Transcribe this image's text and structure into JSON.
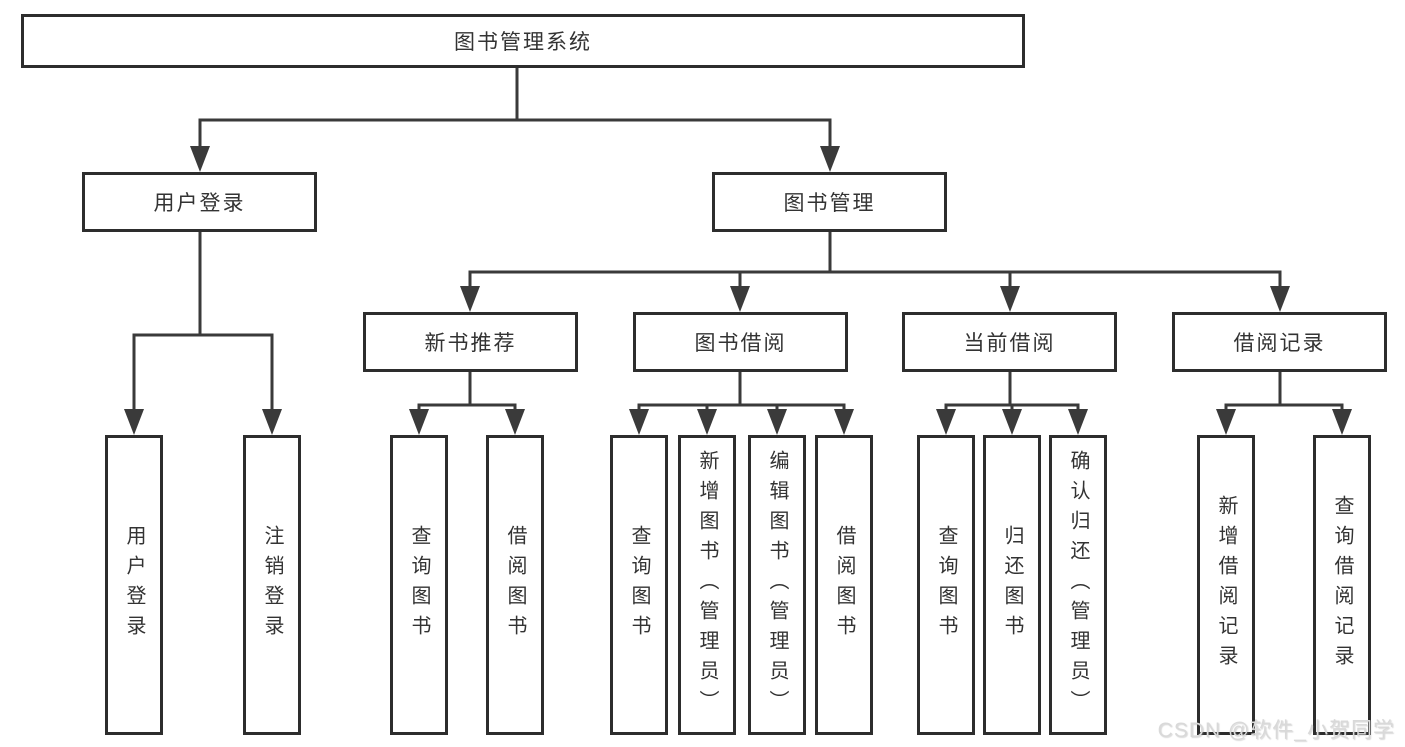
{
  "diagram": {
    "watermark": "CSDN @软件_小贺同学",
    "colors": {
      "line": "#3a3a3a",
      "box_border": "#2d2d2d",
      "box_fill": "#ffffff",
      "text": "#333333",
      "watermark": "#d9d9d9"
    },
    "tree": {
      "label": "图书管理系统",
      "children": [
        {
          "label": "用户登录",
          "children": [
            {
              "label": "用户登录"
            },
            {
              "label": "注销登录"
            }
          ]
        },
        {
          "label": "图书管理",
          "children": [
            {
              "label": "新书推荐",
              "children": [
                {
                  "label": "查询图书"
                },
                {
                  "label": "借阅图书"
                }
              ]
            },
            {
              "label": "图书借阅",
              "children": [
                {
                  "label": "查询图书"
                },
                {
                  "label": "新增图书（管理员）"
                },
                {
                  "label": "编辑图书（管理员）"
                },
                {
                  "label": "借阅图书"
                }
              ]
            },
            {
              "label": "当前借阅",
              "children": [
                {
                  "label": "查询图书"
                },
                {
                  "label": "归还图书"
                },
                {
                  "label": "确认归还（管理员）"
                }
              ]
            },
            {
              "label": "借阅记录",
              "children": [
                {
                  "label": "新增借阅记录"
                },
                {
                  "label": "查询借阅记录"
                }
              ]
            }
          ]
        }
      ]
    }
  }
}
